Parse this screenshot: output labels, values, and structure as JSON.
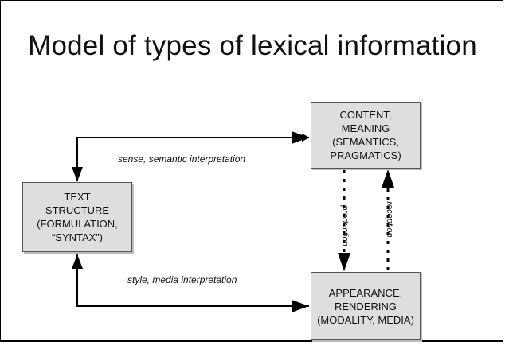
{
  "title": "Model of types of lexical information",
  "boxes": {
    "content": [
      "CONTENT,",
      "MEANING",
      "(SEMANTICS,",
      "PRAGMATICS)"
    ],
    "text": [
      "TEXT",
      "STRUCTURE",
      "(FORMULATION,",
      "“SYNTAX”)"
    ],
    "appearance": [
      "APPEARANCE,",
      "RENDERING",
      "(MODALITY, MEDIA)"
    ]
  },
  "labels": {
    "sense": "sense, semantic interpretation",
    "style": "style, media interpretation",
    "production": "production",
    "reception": "reception"
  }
}
